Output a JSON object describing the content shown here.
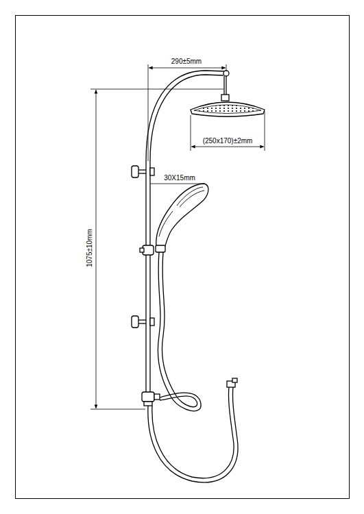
{
  "diagram": {
    "labels": [
      "290±5mm",
      "(250x170)±2mm",
      "30X15mm",
      "1075±10mm"
    ]
  }
}
